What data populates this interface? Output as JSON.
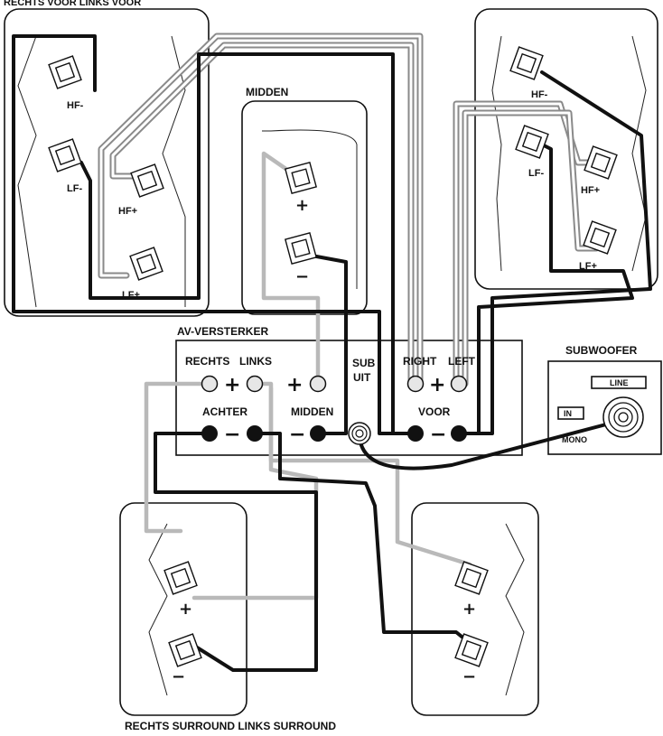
{
  "title": "RECHTS VOOR LINKS VOOR",
  "speakers": {
    "front_right": {
      "hf_minus": "HF-",
      "lf_minus": "LF-",
      "hf_plus": "HF+",
      "lf_plus": "LF+"
    },
    "front_left": {
      "hf_minus": "HF-",
      "lf_minus": "LF-",
      "hf_plus": "HF+",
      "lf_plus": "LF+"
    },
    "center": {
      "label": "MIDDEN",
      "plus": "+",
      "minus": "−"
    },
    "surround_right": {
      "plus": "+",
      "minus": "−"
    },
    "surround_left": {
      "plus": "+",
      "minus": "−"
    }
  },
  "amplifier": {
    "label": "AV-VERSTERKER",
    "rear_right": "RECHTS",
    "rear_left": "LINKS",
    "rear_group": "ACHTER",
    "center": "MIDDEN",
    "sub_line1": "SUB",
    "sub_line2": "UIT",
    "front_right": "RIGHT",
    "front_left": "LEFT",
    "front_group": "VOOR",
    "plus": "+",
    "minus": "−"
  },
  "subwoofer": {
    "label": "SUBWOOFER",
    "line": "LINE",
    "in": "IN",
    "mono": "MONO"
  },
  "footer": "RECHTS SURROUND LINKS SURROUND",
  "colors": {
    "black_wire": "#111111",
    "grey_wire": "#b9b9b9"
  }
}
